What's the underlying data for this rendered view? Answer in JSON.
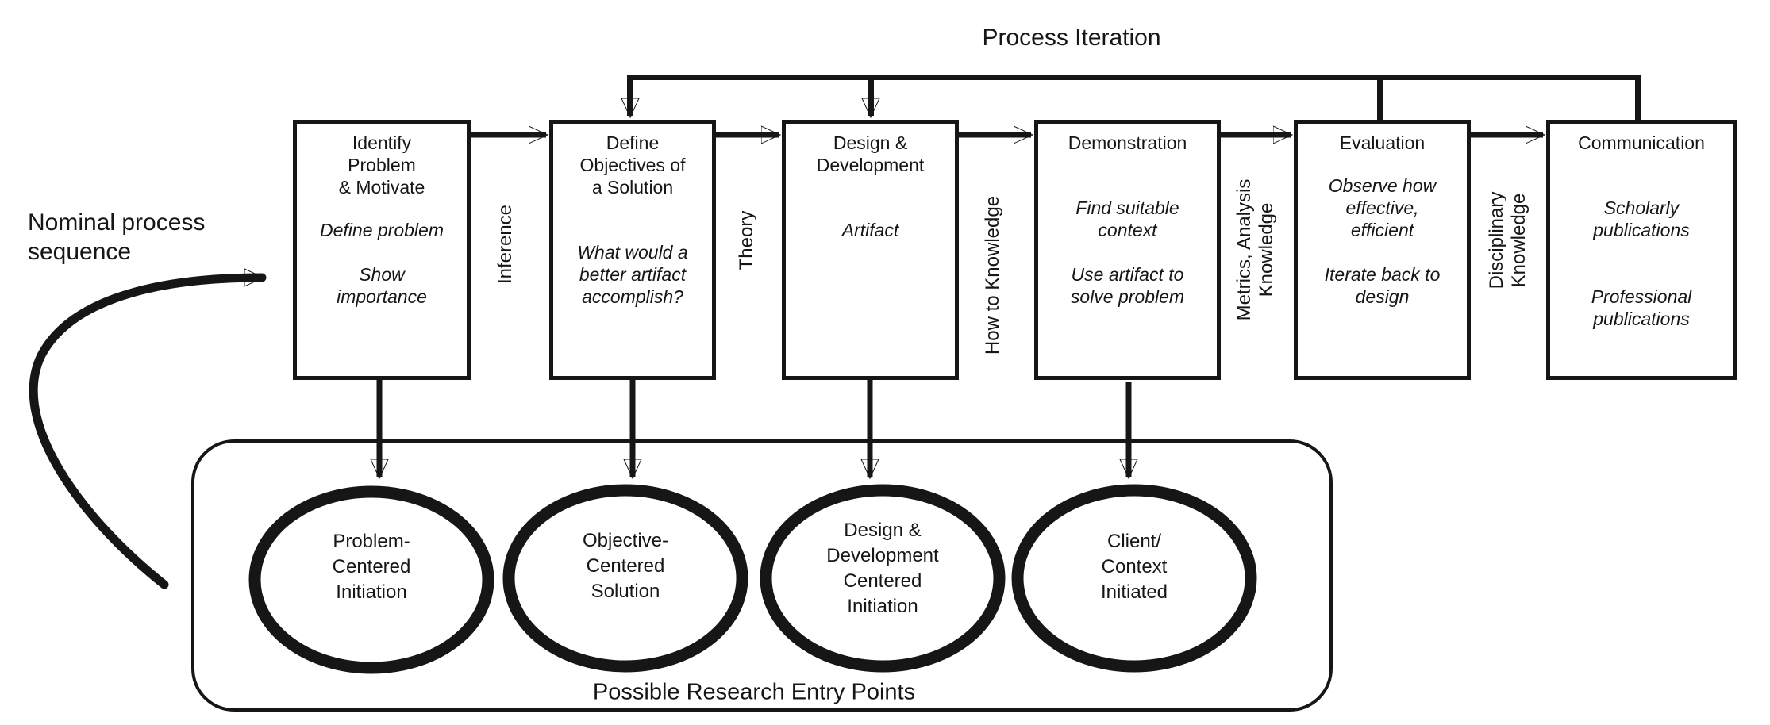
{
  "title": "Process Iteration",
  "left_label": "Nominal process\nsequence",
  "boxes": [
    {
      "title": "Identify\nProblem\n& Motivate",
      "body": "Define problem\n\nShow\nimportance"
    },
    {
      "title": "Define\nObjectives of\na Solution",
      "body": "\nWhat would a\nbetter artifact\naccomplish?"
    },
    {
      "title": "Design &\nDevelopment",
      "body": "\nArtifact"
    },
    {
      "title": "Demonstration",
      "body": "\nFind suitable\ncontext\n\nUse artifact to\nsolve problem"
    },
    {
      "title": "Evaluation",
      "body": "Observe how\neffective,\nefficient\n\nIterate back to\ndesign"
    },
    {
      "title": "Communication",
      "body": "\nScholarly\npublications\n\n\nProfessional\npublications"
    }
  ],
  "flow_labels": [
    "Inference",
    "Theory",
    "How to Knowledge",
    "Metrics, Analysis\nKnowledge",
    "Disciplinary\nKnowledge"
  ],
  "entry_points": {
    "caption": "Possible Research Entry Points",
    "ellipses": [
      "Problem-\nCentered\nInitiation",
      "Objective-\nCentered\nSolution",
      "Design &\nDevelopment\nCentered\nInitiation",
      "Client/\nContext\nInitiated"
    ]
  },
  "colors": {
    "ink": "#161616",
    "background": "#ffffff"
  }
}
